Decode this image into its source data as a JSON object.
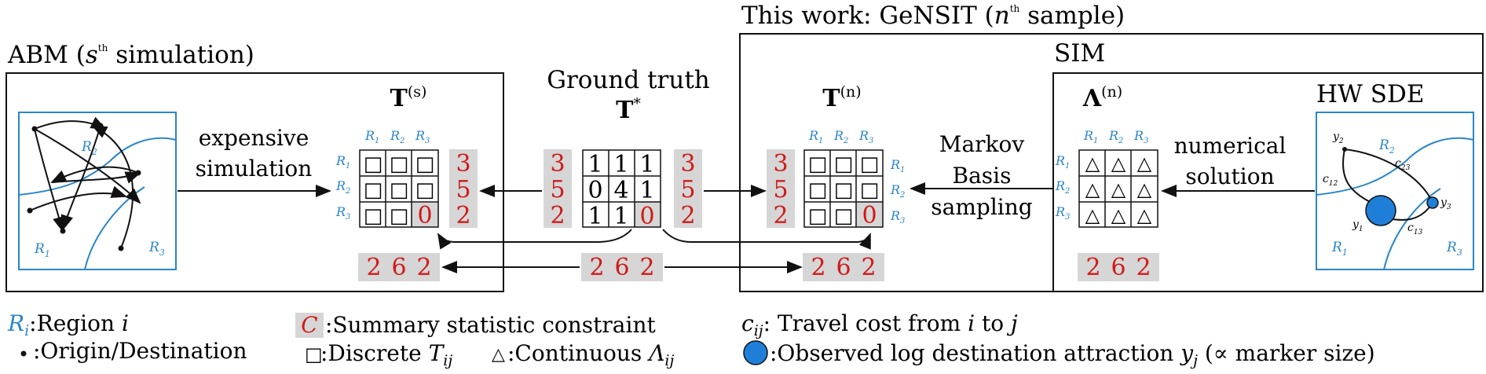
{
  "titles": {
    "abm_prefix": "ABM (",
    "abm_s": "s",
    "abm_sup": "th",
    "abm_suffix": " simulation)",
    "genit_prefix": "This work: GeNSIT (",
    "genit_n": "n",
    "genit_sup": "th",
    "genit_suffix": " sample)",
    "sim": "SIM",
    "hwsde": "HW SDE",
    "ground_truth": "Ground truth"
  },
  "labels": {
    "expensive": "expensive",
    "simulation": "simulation",
    "markov": "Markov",
    "basis": "Basis",
    "sampling": "sampling",
    "numerical": "numerical",
    "solution": "solution"
  },
  "matrix_names": {
    "ts_base": "T",
    "ts_sup": "(s)",
    "tstar_base": "T",
    "tstar_sup": "*",
    "tn_base": "T",
    "tn_sup": "(n)",
    "lam_base": "Λ",
    "lam_sup": "(n)"
  },
  "regions": {
    "r": "R",
    "subs": [
      "1",
      "2",
      "3"
    ]
  },
  "cell_symbols": {
    "square": "□",
    "triangle": "△"
  },
  "ground_truth_matrix": [
    [
      "1",
      "1",
      "1"
    ],
    [
      "0",
      "4",
      "1"
    ],
    [
      "1",
      "1",
      "0"
    ]
  ],
  "row_sums": [
    "3",
    "5",
    "2"
  ],
  "col_sums": [
    "2",
    "6",
    "2"
  ],
  "fixed_cell": "0",
  "hw_labels": {
    "y1": "y",
    "y1_sub": "1",
    "y2": "y",
    "y2_sub": "2",
    "y3": "y",
    "y3_sub": "3",
    "c12": "c",
    "c12_sub": "12",
    "c13": "c",
    "c13_sub": "13",
    "c23": "c",
    "c23_sub": "23"
  },
  "legend": {
    "region_sym": "R",
    "region_sub": "i",
    "region_text": ":Region ",
    "region_i": "i",
    "od_text": ":Origin/Destination",
    "constraint_sym": "C",
    "constraint_text": ":Summary statistic constraint",
    "discrete_text": ":Discrete ",
    "discrete_T": "T",
    "discrete_sub": "ij",
    "continuous_text": ":Continuous ",
    "continuous_L": "Λ",
    "continuous_sub": "ij",
    "cost_c": "c",
    "cost_sub": "ij",
    "cost_text": ": Travel cost from ",
    "cost_i": "i",
    "cost_to": " to ",
    "cost_j": "j",
    "attr_text": ":Observed log destination attraction ",
    "attr_y": "y",
    "attr_sub": "j",
    "attr_tail": " (∝ marker size)"
  },
  "colors": {
    "region_blue": "#2a86c9",
    "constraint_red": "#d11a1a",
    "constraint_bg": "#d6d6d6",
    "marker_blue": "#1f7fd8"
  }
}
